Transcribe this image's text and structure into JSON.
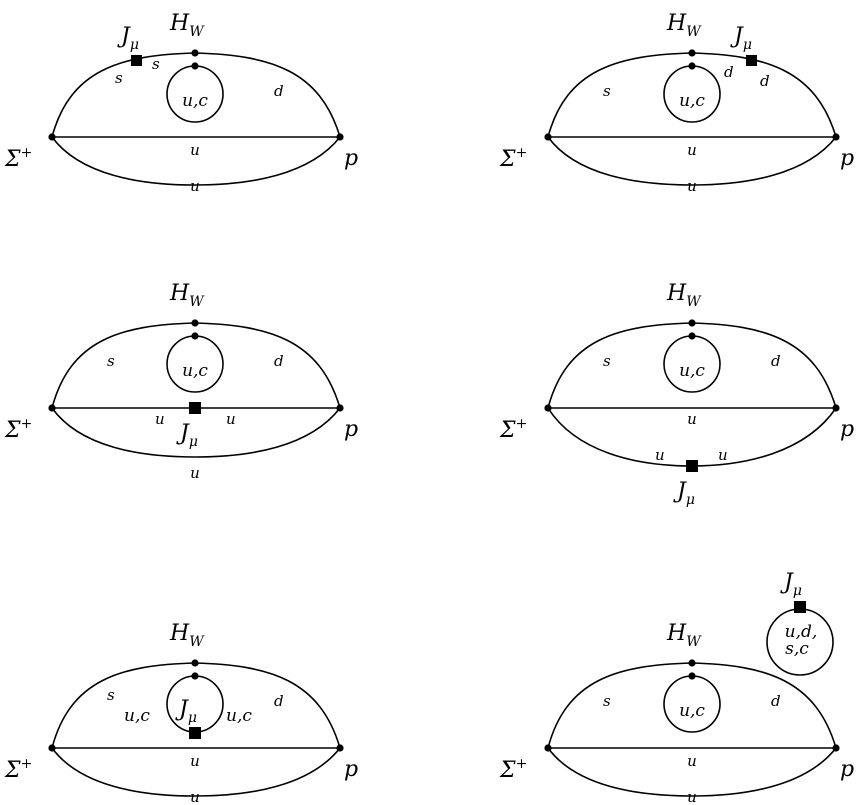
{
  "diagrams": [
    {
      "labels": {
        "hw_main": "H",
        "hw_sub": "W",
        "jmu_main": "J",
        "jmu_sub": "μ",
        "sigma_main": "Σ",
        "sigma_sup": "+",
        "proton": "p",
        "arc_left": "s",
        "arc_right": "d",
        "j_left": "s",
        "j_right": "s",
        "loop": "u,c",
        "mid": "u",
        "bottom": "u"
      }
    },
    {
      "labels": {
        "hw_main": "H",
        "hw_sub": "W",
        "jmu_main": "J",
        "jmu_sub": "μ",
        "sigma_main": "Σ",
        "sigma_sup": "+",
        "proton": "p",
        "arc_left": "s",
        "j_left": "d",
        "j_right": "d",
        "loop": "u,c",
        "mid": "u",
        "bottom": "u"
      }
    },
    {
      "labels": {
        "hw_main": "H",
        "hw_sub": "W",
        "jmu_main": "J",
        "jmu_sub": "μ",
        "sigma_main": "Σ",
        "sigma_sup": "+",
        "proton": "p",
        "arc_left": "s",
        "arc_right": "d",
        "loop": "u,c",
        "j_left": "u",
        "j_right": "u",
        "bottom": "u"
      }
    },
    {
      "labels": {
        "hw_main": "H",
        "hw_sub": "W",
        "jmu_main": "J",
        "jmu_sub": "μ",
        "sigma_main": "Σ",
        "sigma_sup": "+",
        "proton": "p",
        "arc_left": "s",
        "arc_right": "d",
        "loop": "u,c",
        "mid": "u",
        "j_left": "u",
        "j_right": "u"
      }
    },
    {
      "labels": {
        "hw_main": "H",
        "hw_sub": "W",
        "jmu_main": "J",
        "jmu_sub": "μ",
        "sigma_main": "Σ",
        "sigma_sup": "+",
        "proton": "p",
        "arc_left": "s",
        "arc_right": "d",
        "j_left": "u,c",
        "j_right": "u,c",
        "mid": "u",
        "bottom": "u"
      }
    },
    {
      "labels": {
        "hw_main": "H",
        "hw_sub": "W",
        "jmu_main": "J",
        "jmu_sub": "μ",
        "sigma_main": "Σ",
        "sigma_sup": "+",
        "proton": "p",
        "arc_left": "s",
        "arc_right": "d",
        "loop": "u,c",
        "mid": "u",
        "bottom": "u",
        "disc_line1": "u,d,",
        "disc_line2": "s,c"
      }
    }
  ]
}
